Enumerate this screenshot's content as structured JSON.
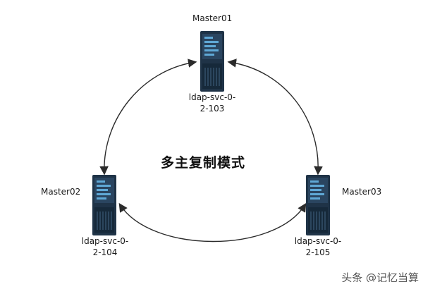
{
  "diagram": {
    "title": "多主复制模式",
    "nodes": [
      {
        "id": "master01",
        "name": "Master01",
        "host_line1": "ldap-svc-0-",
        "host_line2": "2-103"
      },
      {
        "id": "master02",
        "name": "Master02",
        "host_line1": "ldap-svc-0-",
        "host_line2": "2-104"
      },
      {
        "id": "master03",
        "name": "Master03",
        "host_line1": "ldap-svc-0-",
        "host_line2": "2-105"
      }
    ],
    "edges": [
      {
        "from": "master01",
        "to": "master02",
        "bidirectional": true
      },
      {
        "from": "master01",
        "to": "master03",
        "bidirectional": true
      },
      {
        "from": "master02",
        "to": "master03",
        "bidirectional": true
      }
    ],
    "colors": {
      "server_body": "#1f3347",
      "server_accent": "#5fa8d6",
      "arrow": "#2b2b2b"
    },
    "icon": "server-icon"
  },
  "watermark": "头条 @记忆当算"
}
